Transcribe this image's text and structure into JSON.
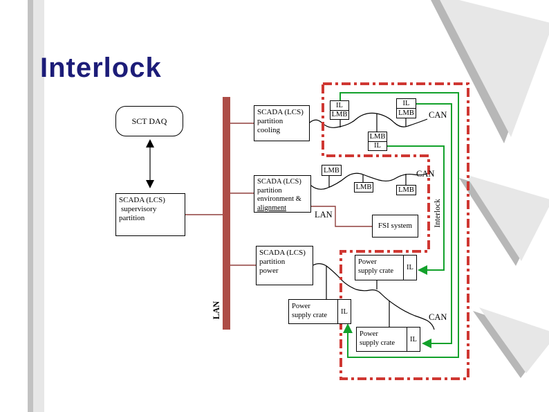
{
  "title": "Interlock",
  "nodes": {
    "sct_daq": "SCT DAQ",
    "scada_supervisory": [
      "SCADA (LCS)",
      "supervisory",
      "partition"
    ],
    "scada_cooling": [
      "SCADA (LCS)",
      "partition",
      "cooling"
    ],
    "scada_environment": [
      "SCADA (LCS)",
      "partition",
      "environment &",
      "alignment"
    ],
    "scada_power": [
      "SCADA (LCS)",
      "partition",
      "power"
    ],
    "fsi": "FSI system",
    "il_lmb_a": {
      "top": "IL",
      "bottom": "LMB"
    },
    "il_lmb_b": {
      "top": "IL",
      "bottom": "LMB"
    },
    "lmb_il": {
      "top": "LMB",
      "bottom": "IL"
    },
    "lmb_env_a": "LMB",
    "lmb_env_b": "LMB",
    "lmb_env_c": "LMB",
    "crate_top": {
      "line1": "Power",
      "line2": "supply crate",
      "tag": "IL"
    },
    "crate_left": {
      "line1": "Power",
      "line2": "supply crate",
      "tag": "IL"
    },
    "crate_bottom": {
      "line1": "Power",
      "line2": "supply crate",
      "tag": "IL"
    }
  },
  "labels": {
    "can_cooling": "CAN",
    "can_environment": "CAN",
    "can_power": "CAN",
    "lan_bus": "LAN",
    "lan_link": "LAN",
    "interlock_region": "Interlock"
  },
  "colors": {
    "title": "#1c1c78",
    "bus_bar": "#ad4d47",
    "link_red": "#8f3f3c",
    "interlock_green": "#12a12b",
    "dash_red": "#cf3732"
  }
}
